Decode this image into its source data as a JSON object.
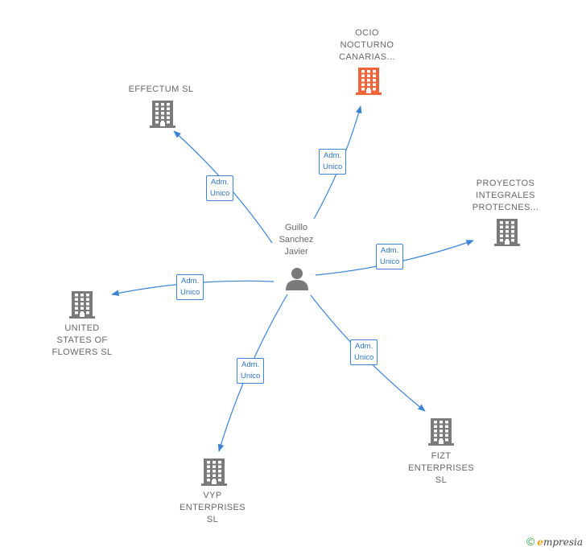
{
  "center": {
    "label": "Guillo\nSanchez\nJavier",
    "icon": "person-icon"
  },
  "companies": [
    {
      "id": "ocio",
      "label": "OCIO\nNOCTURNO\nCANARIAS...",
      "highlight": true,
      "color": "#f0643a"
    },
    {
      "id": "effectum",
      "label": "EFFECTUM SL",
      "highlight": false,
      "color": "#7a7a7a"
    },
    {
      "id": "proyectos",
      "label": "PROYECTOS\nINTEGRALES\nPROTECNES...",
      "highlight": false,
      "color": "#7a7a7a"
    },
    {
      "id": "united",
      "label": "UNITED\nSTATES OF\nFLOWERS  SL",
      "highlight": false,
      "color": "#7a7a7a"
    },
    {
      "id": "vyp",
      "label": "VYP\nENTERPRISES\nSL",
      "highlight": false,
      "color": "#7a7a7a"
    },
    {
      "id": "fizt",
      "label": "FIZT\nENTERPRISES\nSL",
      "highlight": false,
      "color": "#7a7a7a"
    }
  ],
  "edges": [
    {
      "to": "ocio",
      "label": "Adm.\nUnico"
    },
    {
      "to": "effectum",
      "label": "Adm.\nUnico"
    },
    {
      "to": "proyectos",
      "label": "Adm.\nUnico"
    },
    {
      "to": "united",
      "label": "Adm.\nUnico"
    },
    {
      "to": "vyp",
      "label": "Adm.\nUnico"
    },
    {
      "to": "fizt",
      "label": "Adm.\nUnico"
    }
  ],
  "footer": {
    "copyright": "©",
    "brand_initial": "e",
    "brand_rest": "mpresia"
  },
  "colors": {
    "edge": "#3b84d6",
    "building": "#7a7a7a",
    "highlight": "#f0643a",
    "person": "#7a7a7a"
  }
}
